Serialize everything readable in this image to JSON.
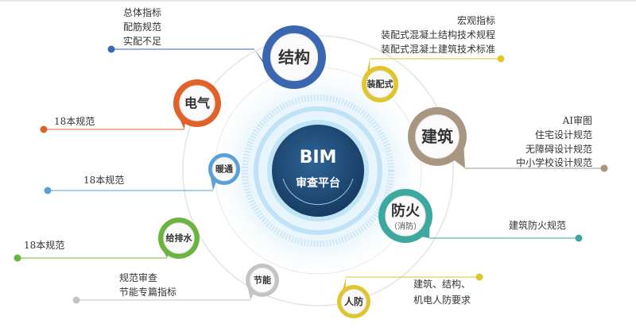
{
  "center": {
    "title": "BIM",
    "subtitle": "审查平台",
    "color": "#1f4e79"
  },
  "nodes": [
    {
      "id": "structure",
      "label": "结构",
      "color": "#3b66b0",
      "notes": [
        "总体指标",
        "配筋规范",
        "实配不足"
      ]
    },
    {
      "id": "prefab",
      "label": "装配式",
      "color": "#e0c62a",
      "notes": [
        "宏观指标",
        "装配式混凝土结构技术规程",
        "装配式混凝土建筑技术标准"
      ]
    },
    {
      "id": "architecture",
      "label": "建筑",
      "color": "#a89680",
      "notes": [
        "AI审图",
        "住宅设计规范",
        "无障碍设计规范",
        "中小学校设计规范"
      ]
    },
    {
      "id": "fire",
      "label": "防火",
      "sublabel": "（消防）",
      "color": "#3ca8a0",
      "notes": [
        "建筑防火规范"
      ]
    },
    {
      "id": "civil-defense",
      "label": "人防",
      "color": "#e0c62a",
      "notes": [
        "建筑、结构、",
        "机电人防要求"
      ]
    },
    {
      "id": "energy",
      "label": "节能",
      "color": "#c4c4c4",
      "notes": [
        "规范审查",
        "节能专篇指标"
      ]
    },
    {
      "id": "plumbing",
      "label": "给排水",
      "color": "#6db33f",
      "notes": [
        "18本规范"
      ]
    },
    {
      "id": "hvac",
      "label": "暖通",
      "color": "#5aa0d8",
      "notes": [
        "18本规范"
      ]
    },
    {
      "id": "electrical",
      "label": "电气",
      "color": "#e0622a",
      "notes": [
        "18本规范"
      ]
    }
  ]
}
